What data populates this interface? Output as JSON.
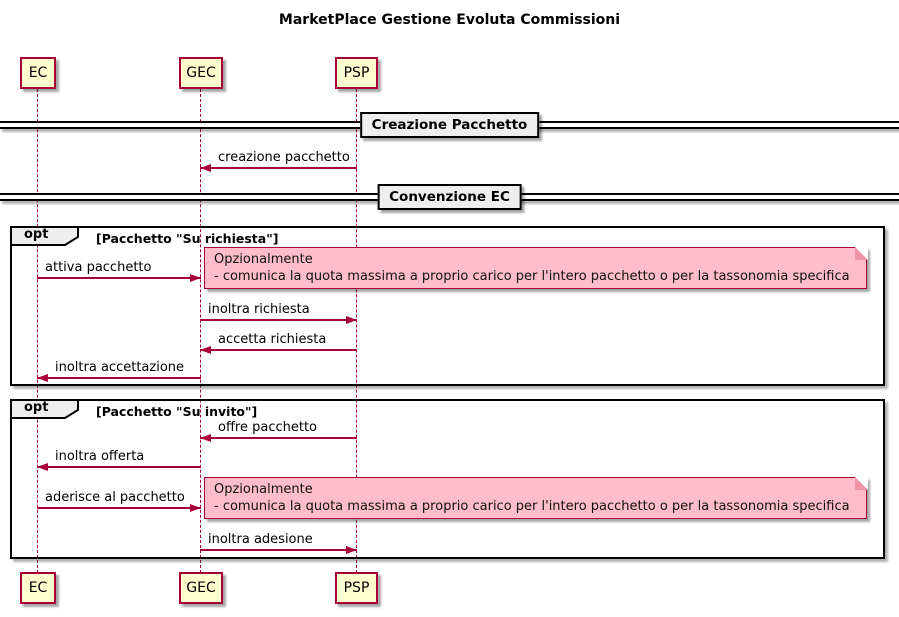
{
  "title": "MarketPlace Gestione Evoluta Commissioni",
  "participants": [
    {
      "name": "EC"
    },
    {
      "name": "GEC"
    },
    {
      "name": "PSP"
    }
  ],
  "dividers": [
    {
      "label": "Creazione Pacchetto"
    },
    {
      "label": "Convenzione EC"
    }
  ],
  "messages": [
    {
      "label": "creazione pacchetto",
      "from": "PSP",
      "to": "GEC"
    },
    {
      "label": "attiva pacchetto",
      "from": "EC",
      "to": "GEC"
    },
    {
      "label": "inoltra richiesta",
      "from": "GEC",
      "to": "PSP"
    },
    {
      "label": "accetta richiesta",
      "from": "PSP",
      "to": "GEC"
    },
    {
      "label": "inoltra accettazione",
      "from": "GEC",
      "to": "EC"
    },
    {
      "label": "offre pacchetto",
      "from": "PSP",
      "to": "GEC"
    },
    {
      "label": "inoltra offerta",
      "from": "GEC",
      "to": "EC"
    },
    {
      "label": "aderisce al pacchetto",
      "from": "EC",
      "to": "GEC"
    },
    {
      "label": "inoltra adesione",
      "from": "GEC",
      "to": "PSP"
    }
  ],
  "fragments": [
    {
      "operator": "opt",
      "guard": "[Pacchetto \"Su richiesta\"]"
    },
    {
      "operator": "opt",
      "guard": "[Pacchetto \"Su invito\"]"
    }
  ],
  "notes": [
    {
      "lines": [
        "Opzionalmente",
        "- comunica la quota massima a proprio carico per l'intero pacchetto o per la tassonomia specifica"
      ]
    },
    {
      "lines": [
        "Opzionalmente",
        "- comunica la quota massima a proprio carico per l'intero pacchetto o per la tassonomia specifica"
      ]
    }
  ],
  "colors": {
    "accent": "#A80036",
    "participant_fill": "#FEFECE",
    "note_fill": "#FFBDCB",
    "label_fill": "#EEEEEE",
    "frame_border": "#000000"
  }
}
